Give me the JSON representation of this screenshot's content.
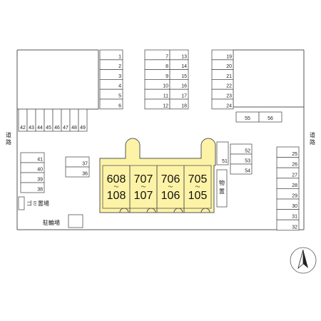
{
  "road_label": "道路",
  "labels": {
    "garbage": "ゴミ置場",
    "bicycle": "駐輪場",
    "storage": "物置"
  },
  "units": [
    {
      "top": "608",
      "bottom": "108"
    },
    {
      "top": "707",
      "bottom": "107"
    },
    {
      "top": "706",
      "bottom": "106"
    },
    {
      "top": "705",
      "bottom": "105"
    }
  ],
  "unit_separator": "〜",
  "parking": [
    "1",
    "2",
    "3",
    "4",
    "5",
    "6",
    "7",
    "8",
    "9",
    "10",
    "11",
    "12",
    "13",
    "14",
    "15",
    "16",
    "17",
    "18",
    "19",
    "20",
    "21",
    "22",
    "23",
    "24",
    "25",
    "26",
    "27",
    "28",
    "29",
    "30",
    "31",
    "32",
    "36",
    "37",
    "38",
    "39",
    "40",
    "41",
    "42",
    "43",
    "44",
    "45",
    "46",
    "47",
    "48",
    "49",
    "51",
    "52",
    "53",
    "54",
    "55",
    "56"
  ],
  "colors": {
    "building": "#fdf3a6",
    "line": "#555555"
  }
}
